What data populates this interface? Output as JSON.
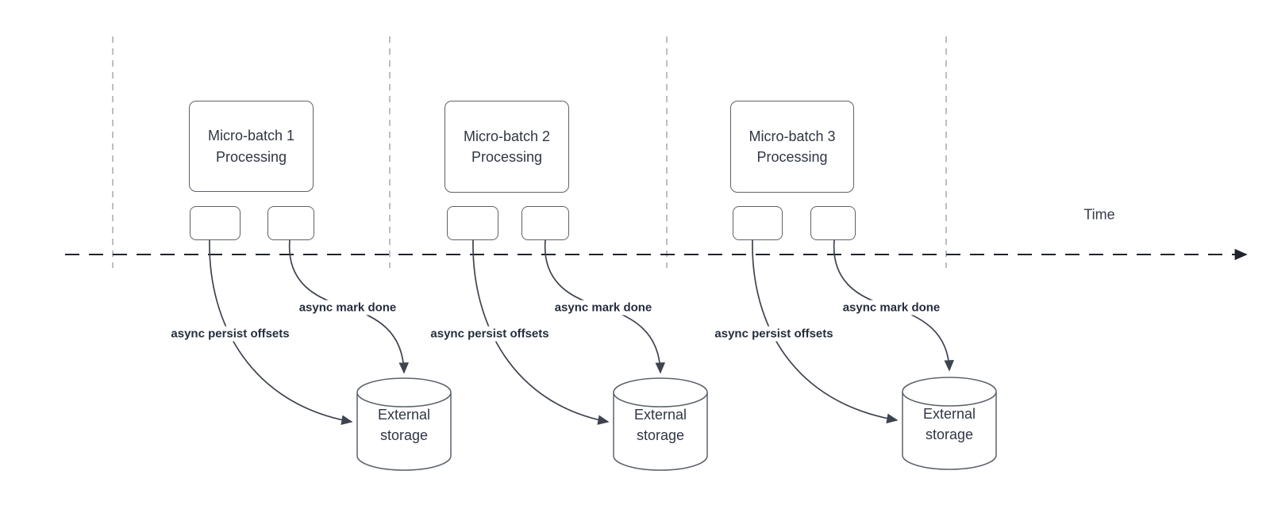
{
  "colors": {
    "line-dark": "#1f242c",
    "line-muted": "#b4b7bb",
    "curve": "#3d4450",
    "node-border": "#5b626d",
    "text-primary": "#2e3646",
    "background": "#ffffff"
  },
  "time_axis": {
    "label": "Time"
  },
  "groups": [
    {
      "process_label": "Micro-batch 1\nProcessing",
      "persist_arrow_label": "async persist offsets",
      "mark_done_arrow_label": "async mark done",
      "storage_label": "External\nstorage"
    },
    {
      "process_label": "Micro-batch 2\nProcessing",
      "persist_arrow_label": "async persist offsets",
      "mark_done_arrow_label": "async mark done",
      "storage_label": "External\nstorage"
    },
    {
      "process_label": "Micro-batch 3\nProcessing",
      "persist_arrow_label": "async persist offsets",
      "mark_done_arrow_label": "async mark done",
      "storage_label": "External\nstorage"
    }
  ]
}
